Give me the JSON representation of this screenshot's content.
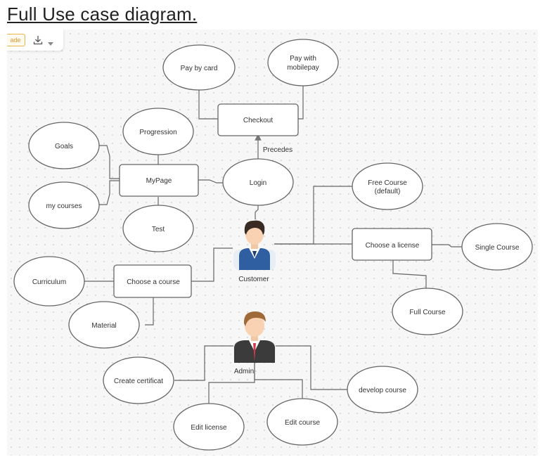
{
  "page": {
    "title": "Full Use case diagram."
  },
  "toolbar": {
    "chip_label": "ade",
    "download_icon": "download-icon",
    "caret_icon": "chevron-down-icon"
  },
  "diagram": {
    "colors": {
      "stroke": "#666666",
      "box_fill": "#ffffff",
      "text": "#333333",
      "arrow": "#777777"
    },
    "nodes": {
      "pay_by_card": "Pay by card",
      "pay_with_mobilepay": [
        "Pay with",
        "mobilepay"
      ],
      "checkout": "Checkout",
      "precedes": "Precedes",
      "progression": "Progression",
      "goals": "Goals",
      "mypage": "MyPage",
      "login": "Login",
      "my_courses": "my courses",
      "test": "Test",
      "free_course": [
        "Free Course",
        "(default)"
      ],
      "choose_license": "Choose a license",
      "single_course": "Single Course",
      "full_course": "Full Course",
      "customer": "Customer",
      "curriculum": "Curriculum",
      "choose_course": "Choose a course",
      "material": "Material",
      "admin": "Admin",
      "create_certificat": "Create certificat",
      "develop_course": "develop course",
      "edit_license": "Edit license",
      "edit_course": "Edit course"
    },
    "actors": {
      "customer_icon": "customer-actor-icon",
      "admin_icon": "admin-actor-icon"
    }
  }
}
